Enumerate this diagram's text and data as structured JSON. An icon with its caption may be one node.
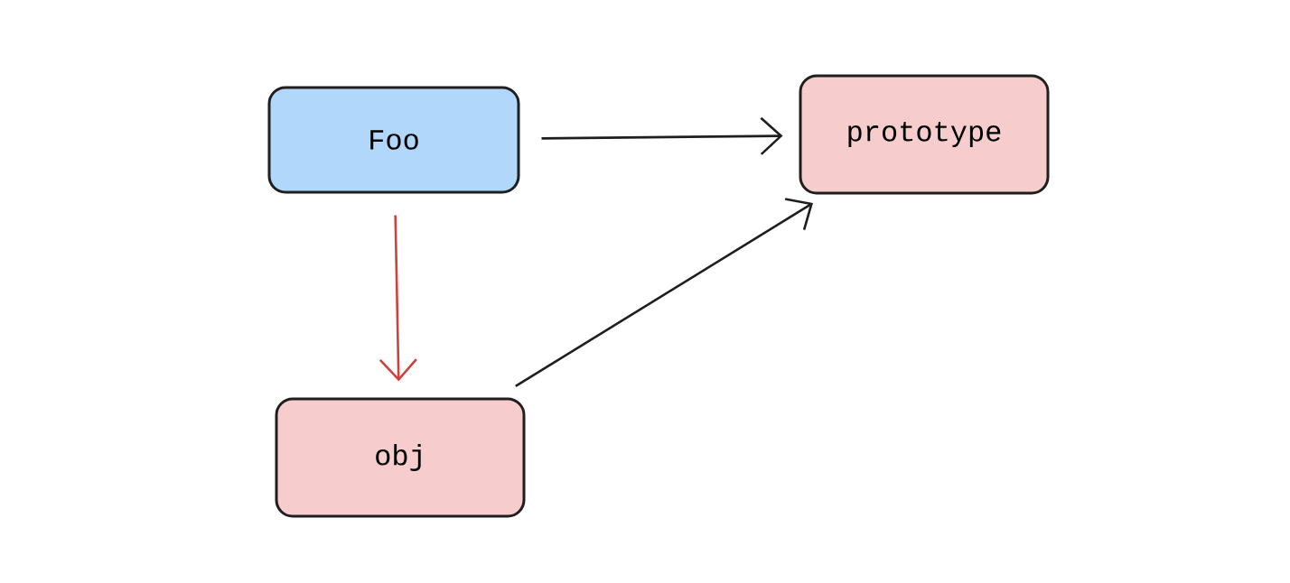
{
  "diagram": {
    "nodes": [
      {
        "text": [
          "Foo"
        ]
      },
      {
        "text": [
          "prototype"
        ]
      },
      {
        "text": [
          "obj"
        ]
      }
    ],
    "edges": [
      {
        "from": 0,
        "to": 1,
        "arrow": "to"
      },
      {
        "from": 0,
        "to": 2,
        "arrow": "to",
        "color": "#d0403c"
      },
      {
        "from": 2,
        "to": 1,
        "arrow": "to"
      }
    ]
  }
}
